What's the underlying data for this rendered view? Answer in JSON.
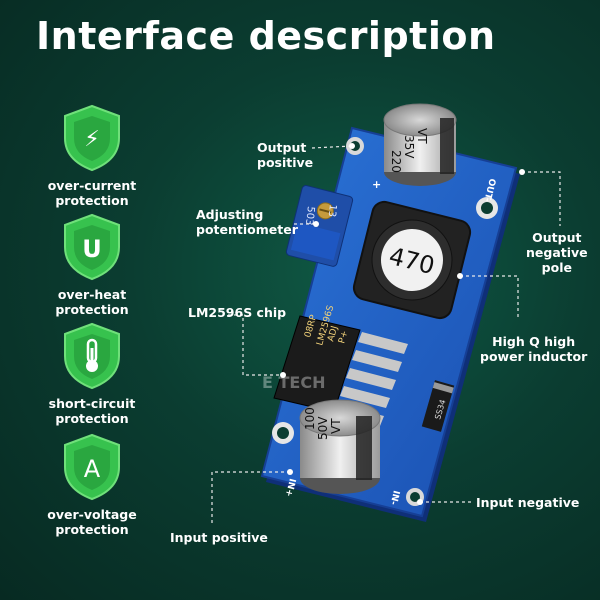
{
  "title": "Interface description",
  "features": [
    {
      "label_1": "over-current",
      "label_2": "protection",
      "icon": "lightning-bolt-icon",
      "glyph": "⚡"
    },
    {
      "label_1": "over-heat",
      "label_2": "protection",
      "icon": "letter-u-icon",
      "glyph": "U"
    },
    {
      "label_1": "short-circuit",
      "label_2": "protection",
      "icon": "thermometer-icon",
      "glyph": ""
    },
    {
      "label_1": "over-voltage",
      "label_2": "protection",
      "icon": "letter-a-icon",
      "glyph": "A"
    }
  ],
  "callouts": {
    "output_positive": {
      "line_1": "Output",
      "line_2": "positive"
    },
    "adjusting_potentiometer": {
      "line_1": "Adjusting",
      "line_2": "potentiometer"
    },
    "chip": "LM2596S chip",
    "output_negative": {
      "line_1": "Output",
      "line_2": "negative",
      "line_3": "pole"
    },
    "inductor": {
      "line_1": "High Q high",
      "line_2": "power inductor"
    },
    "input_negative": "Input negative",
    "input_positive": "Input positive"
  },
  "board": {
    "inductor_value": "470",
    "cap_top": {
      "line_1": "220",
      "line_2": "35V",
      "line_3": "VT"
    },
    "cap_bottom": {
      "line_1": "100",
      "line_2": "50V",
      "line_3": "VT"
    },
    "chip_text": {
      "line_1": "08RP",
      "line_2": "LM2596S",
      "line_3": "ADJ",
      "mark": "P+"
    },
    "pot_text": {
      "line_1": "503",
      "line_2": "13"
    },
    "diode_text": "SS34",
    "out_plus": "+",
    "out_minus": "OUT-",
    "in_plus": "IN+",
    "in_minus": "IN-",
    "watermark": "E   TECH"
  },
  "colors": {
    "background": "#0b3d31",
    "shield_green": "#37c24e",
    "pcb_blue": "#1e5fc7",
    "callout_line": "#e8e8e8"
  }
}
